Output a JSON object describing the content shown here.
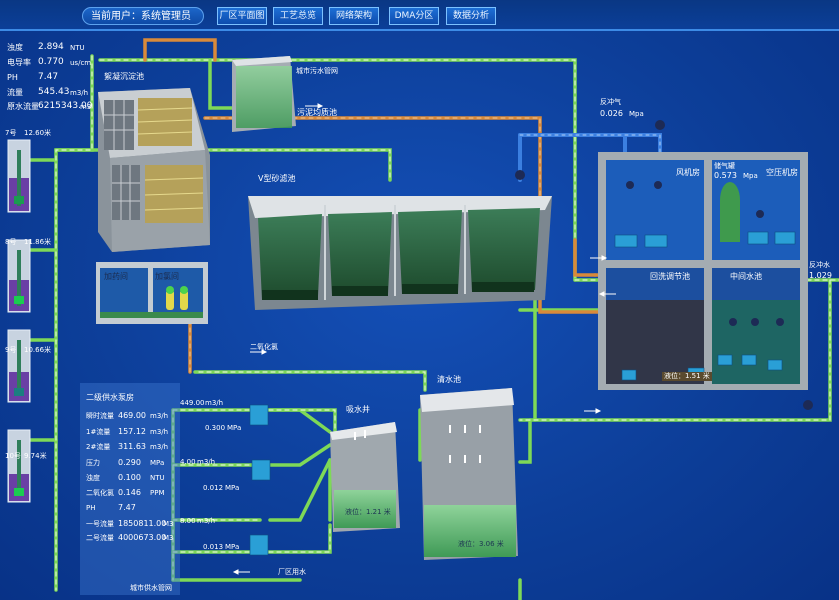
{
  "header": {
    "user_label": "当前用户：系统管理员",
    "nav": [
      "厂区平面图",
      "工艺总览",
      "网络架构",
      "DMA分区",
      "数据分析"
    ]
  },
  "raw_water": {
    "rows": [
      {
        "label": "浊度",
        "value": "2.894",
        "unit": "NTU"
      },
      {
        "label": "电导率",
        "value": "0.770",
        "unit": "us/cm"
      },
      {
        "label": "PH",
        "value": "7.47",
        "unit": ""
      },
      {
        "label": "流量",
        "value": "545.43",
        "unit": "m3/h"
      },
      {
        "label": "原水流量",
        "value": "6215343.00",
        "unit": "m3"
      }
    ]
  },
  "wells": [
    {
      "name": "7号",
      "level": "12.60米"
    },
    {
      "name": "8号",
      "level": "11.86米"
    },
    {
      "name": "9号",
      "level": "10.66米"
    },
    {
      "name": "10号",
      "level": "9.74米"
    }
  ],
  "pump_house": {
    "title": "二级供水泵房",
    "rows": [
      {
        "label": "瞬时流量",
        "value": "469.00",
        "unit": "m3/h"
      },
      {
        "label": "1#流量",
        "value": "157.12",
        "unit": "m3/h"
      },
      {
        "label": "2#流量",
        "value": "311.63",
        "unit": "m3/h"
      },
      {
        "label": "压力",
        "value": "0.290",
        "unit": "MPa"
      },
      {
        "label": "浊度",
        "value": "0.100",
        "unit": "NTU"
      },
      {
        "label": "二氧化氯",
        "value": "0.146",
        "unit": "PPM"
      },
      {
        "label": "PH",
        "value": "7.47",
        "unit": ""
      },
      {
        "label": "一号流量",
        "value": "1850811.00",
        "unit": "M3"
      },
      {
        "label": "二号流量",
        "value": "4000673.00",
        "unit": "M3"
      }
    ]
  },
  "pumps": [
    {
      "flow": "449.00",
      "flow_unit": "m3/h",
      "pressure": "0.300",
      "pressure_unit": "MPa"
    },
    {
      "flow": "4.00",
      "flow_unit": "m3/h",
      "pressure": "0.012",
      "pressure_unit": "MPa"
    },
    {
      "flow": "8.00",
      "flow_unit": "m3/h",
      "pressure": "0.013",
      "pressure_unit": "MPa"
    }
  ],
  "facilities": {
    "sedimentation": "絮凝沉淀池",
    "sludge_pool": "污泥均质池",
    "city_sewer": "城市污水管网",
    "v_filter": "V型砂滤池",
    "dosing": "加药间",
    "chlorination": "加氯间",
    "chlorine_dioxide": "二氧化氯",
    "suction_well": "吸水井",
    "clear_pool": "清水池",
    "blower": "风机房",
    "compressor": "空压机房",
    "recovery": "回洗调节池",
    "middle_pool": "中间水池",
    "factory_water": "厂区用水",
    "city_network": "城市供水管网"
  },
  "gauges": {
    "backwash_air_label": "反冲气",
    "backwash_air": "0.026",
    "compressor_label": "储气罐",
    "compressor_pressure": "0.573",
    "backwash_water_label": "反冲水",
    "backwash_water": "1.029",
    "unit": "Mpa"
  },
  "levels": {
    "suction_well": "液位：1.21 米",
    "clear_pool": "液位：3.06 米",
    "recovery": "液位：1.51 米"
  },
  "colors": {
    "pipe_water": "#7ed957",
    "pipe_sludge": "#d98a3a",
    "pipe_air": "#3b7fe0",
    "background": "#0d3f9a"
  }
}
